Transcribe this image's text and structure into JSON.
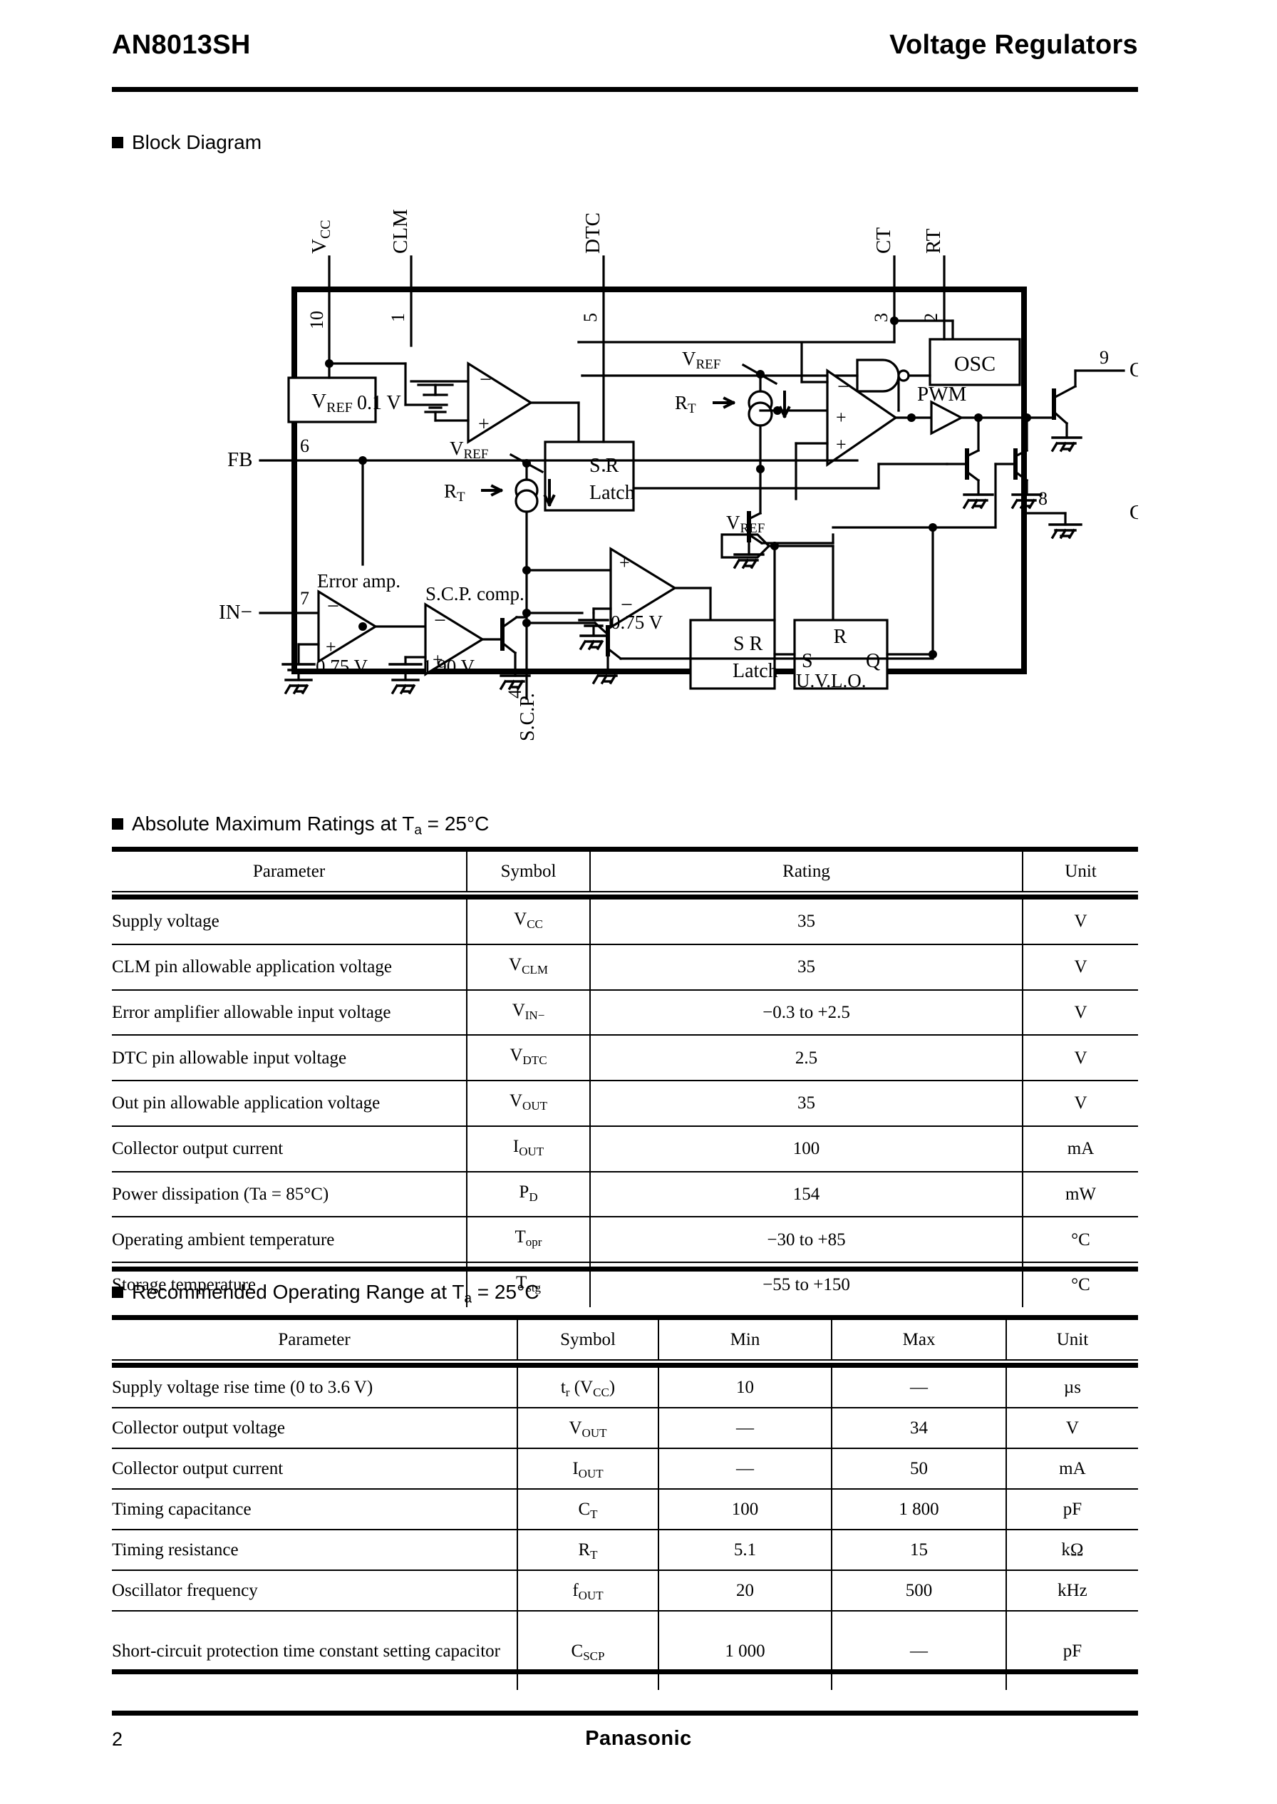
{
  "header": {
    "part_number": "AN8013SH",
    "category": "Voltage Regulators"
  },
  "sections": {
    "block_diagram": "Block Diagram",
    "abs_max_prefix": "Absolute Maximum Ratings at T",
    "abs_max_sub": "a",
    "abs_max_suffix": " = 25°C",
    "rec_op_prefix": "Recommended Operating Range at T",
    "rec_op_sub": "a",
    "rec_op_suffix": " = 25°C"
  },
  "block_diagram": {
    "pins_top": [
      {
        "number": "10",
        "label": "VCC",
        "label_main": "V",
        "label_sub": "CC"
      },
      {
        "number": "1",
        "label": "CLM",
        "label_main": "CLM",
        "label_sub": ""
      },
      {
        "number": "5",
        "label": "DTC",
        "label_main": "DTC",
        "label_sub": ""
      },
      {
        "number": "3",
        "label": "CT",
        "label_main": "CT",
        "label_sub": ""
      },
      {
        "number": "2",
        "label": "RT",
        "label_main": "RT",
        "label_sub": ""
      }
    ],
    "pins_left": [
      {
        "number": "6",
        "label": "FB"
      },
      {
        "number": "7",
        "label": "IN−"
      }
    ],
    "pins_right": [
      {
        "number": "9",
        "label": "Out"
      },
      {
        "number": "8",
        "label": "GND"
      }
    ],
    "pins_bottom": [
      {
        "number": "4",
        "label": "S.C.P."
      }
    ],
    "blocks": [
      {
        "name": "vref-box",
        "label": "VREF"
      },
      {
        "name": "osc-box",
        "label": "OSC"
      },
      {
        "name": "sr-latch-1",
        "line1": "S    R",
        "line2": "Latch"
      },
      {
        "name": "sr-latch-2",
        "line1": "S    R",
        "line2": "Latch"
      },
      {
        "name": "uvlo-box",
        "r": "R",
        "s": "S",
        "q": "Q",
        "label": "U.V.L.O."
      }
    ],
    "labels": {
      "clm_ref": "0.1 V",
      "pwm": "PWM",
      "error_amp": "Error amp.",
      "scp_comp": "S.C.P. comp.",
      "err_ref": "0.75 V",
      "scp_ref": "1.90 V",
      "uvlo_ref": "0.75 V",
      "vref": "VREF",
      "rt": "RT"
    }
  },
  "abs_max_table": {
    "columns": [
      "Parameter",
      "Symbol",
      "Rating",
      "Unit"
    ],
    "rows": [
      {
        "parameter": "Supply voltage",
        "symbol_main": "V",
        "symbol_sub": "CC",
        "rating": "35",
        "unit": "V"
      },
      {
        "parameter": "CLM pin allowable application voltage",
        "symbol_main": "V",
        "symbol_sub": "CLM",
        "rating": "35",
        "unit": "V"
      },
      {
        "parameter": "Error amplifier allowable input voltage",
        "symbol_main": "V",
        "symbol_sub": "IN−",
        "rating": "−0.3 to +2.5",
        "unit": "V"
      },
      {
        "parameter": "DTC pin allowable input voltage",
        "symbol_main": "V",
        "symbol_sub": "DTC",
        "rating": "2.5",
        "unit": "V"
      },
      {
        "parameter": "Out pin allowable application voltage",
        "symbol_main": "V",
        "symbol_sub": "OUT",
        "rating": "35",
        "unit": "V"
      },
      {
        "parameter": "Collector output current",
        "symbol_main": "I",
        "symbol_sub": "OUT",
        "rating": "100",
        "unit": "mA"
      },
      {
        "parameter": "Power dissipation (Ta = 85°C)",
        "symbol_main": "P",
        "symbol_sub": "D",
        "rating": "154",
        "unit": "mW"
      },
      {
        "parameter": "Operating ambient temperature",
        "symbol_main": "T",
        "symbol_sub": "opr",
        "rating": "−30 to +85",
        "unit": "°C"
      },
      {
        "parameter": "Storage temperature",
        "symbol_main": "T",
        "symbol_sub": "stg",
        "rating": "−55 to +150",
        "unit": "°C"
      }
    ]
  },
  "rec_op_table": {
    "columns": [
      "Parameter",
      "Symbol",
      "Min",
      "Max",
      "Unit"
    ],
    "rows": [
      {
        "parameter": "Supply voltage rise time (0 to 3.6 V)",
        "symbol_main": "t",
        "symbol_sub": "r",
        "symbol_tail": " (V",
        "symbol_tail_sub": "CC",
        "symbol_tail_end": ")",
        "min": "10",
        "max": "—",
        "unit": "µs"
      },
      {
        "parameter": "Collector output voltage",
        "symbol_main": "V",
        "symbol_sub": "OUT",
        "min": "—",
        "max": "34",
        "unit": "V"
      },
      {
        "parameter": "Collector output current",
        "symbol_main": "I",
        "symbol_sub": "OUT",
        "min": "—",
        "max": "50",
        "unit": "mA"
      },
      {
        "parameter": "Timing capacitance",
        "symbol_main": "C",
        "symbol_sub": "T",
        "min": "100",
        "max": "1 800",
        "unit": "pF"
      },
      {
        "parameter": "Timing resistance",
        "symbol_main": "R",
        "symbol_sub": "T",
        "min": "5.1",
        "max": "15",
        "unit": "kΩ"
      },
      {
        "parameter": "Oscillator frequency",
        "symbol_main": "f",
        "symbol_sub": "OUT",
        "min": "20",
        "max": "500",
        "unit": "kHz"
      },
      {
        "parameter": "Short-circuit protection time constant setting capacitor",
        "symbol_main": "C",
        "symbol_sub": "SCP",
        "min": "1 000",
        "max": "—",
        "unit": "pF"
      }
    ]
  },
  "footer": {
    "page_number": "2",
    "brand": "Panasonic"
  }
}
